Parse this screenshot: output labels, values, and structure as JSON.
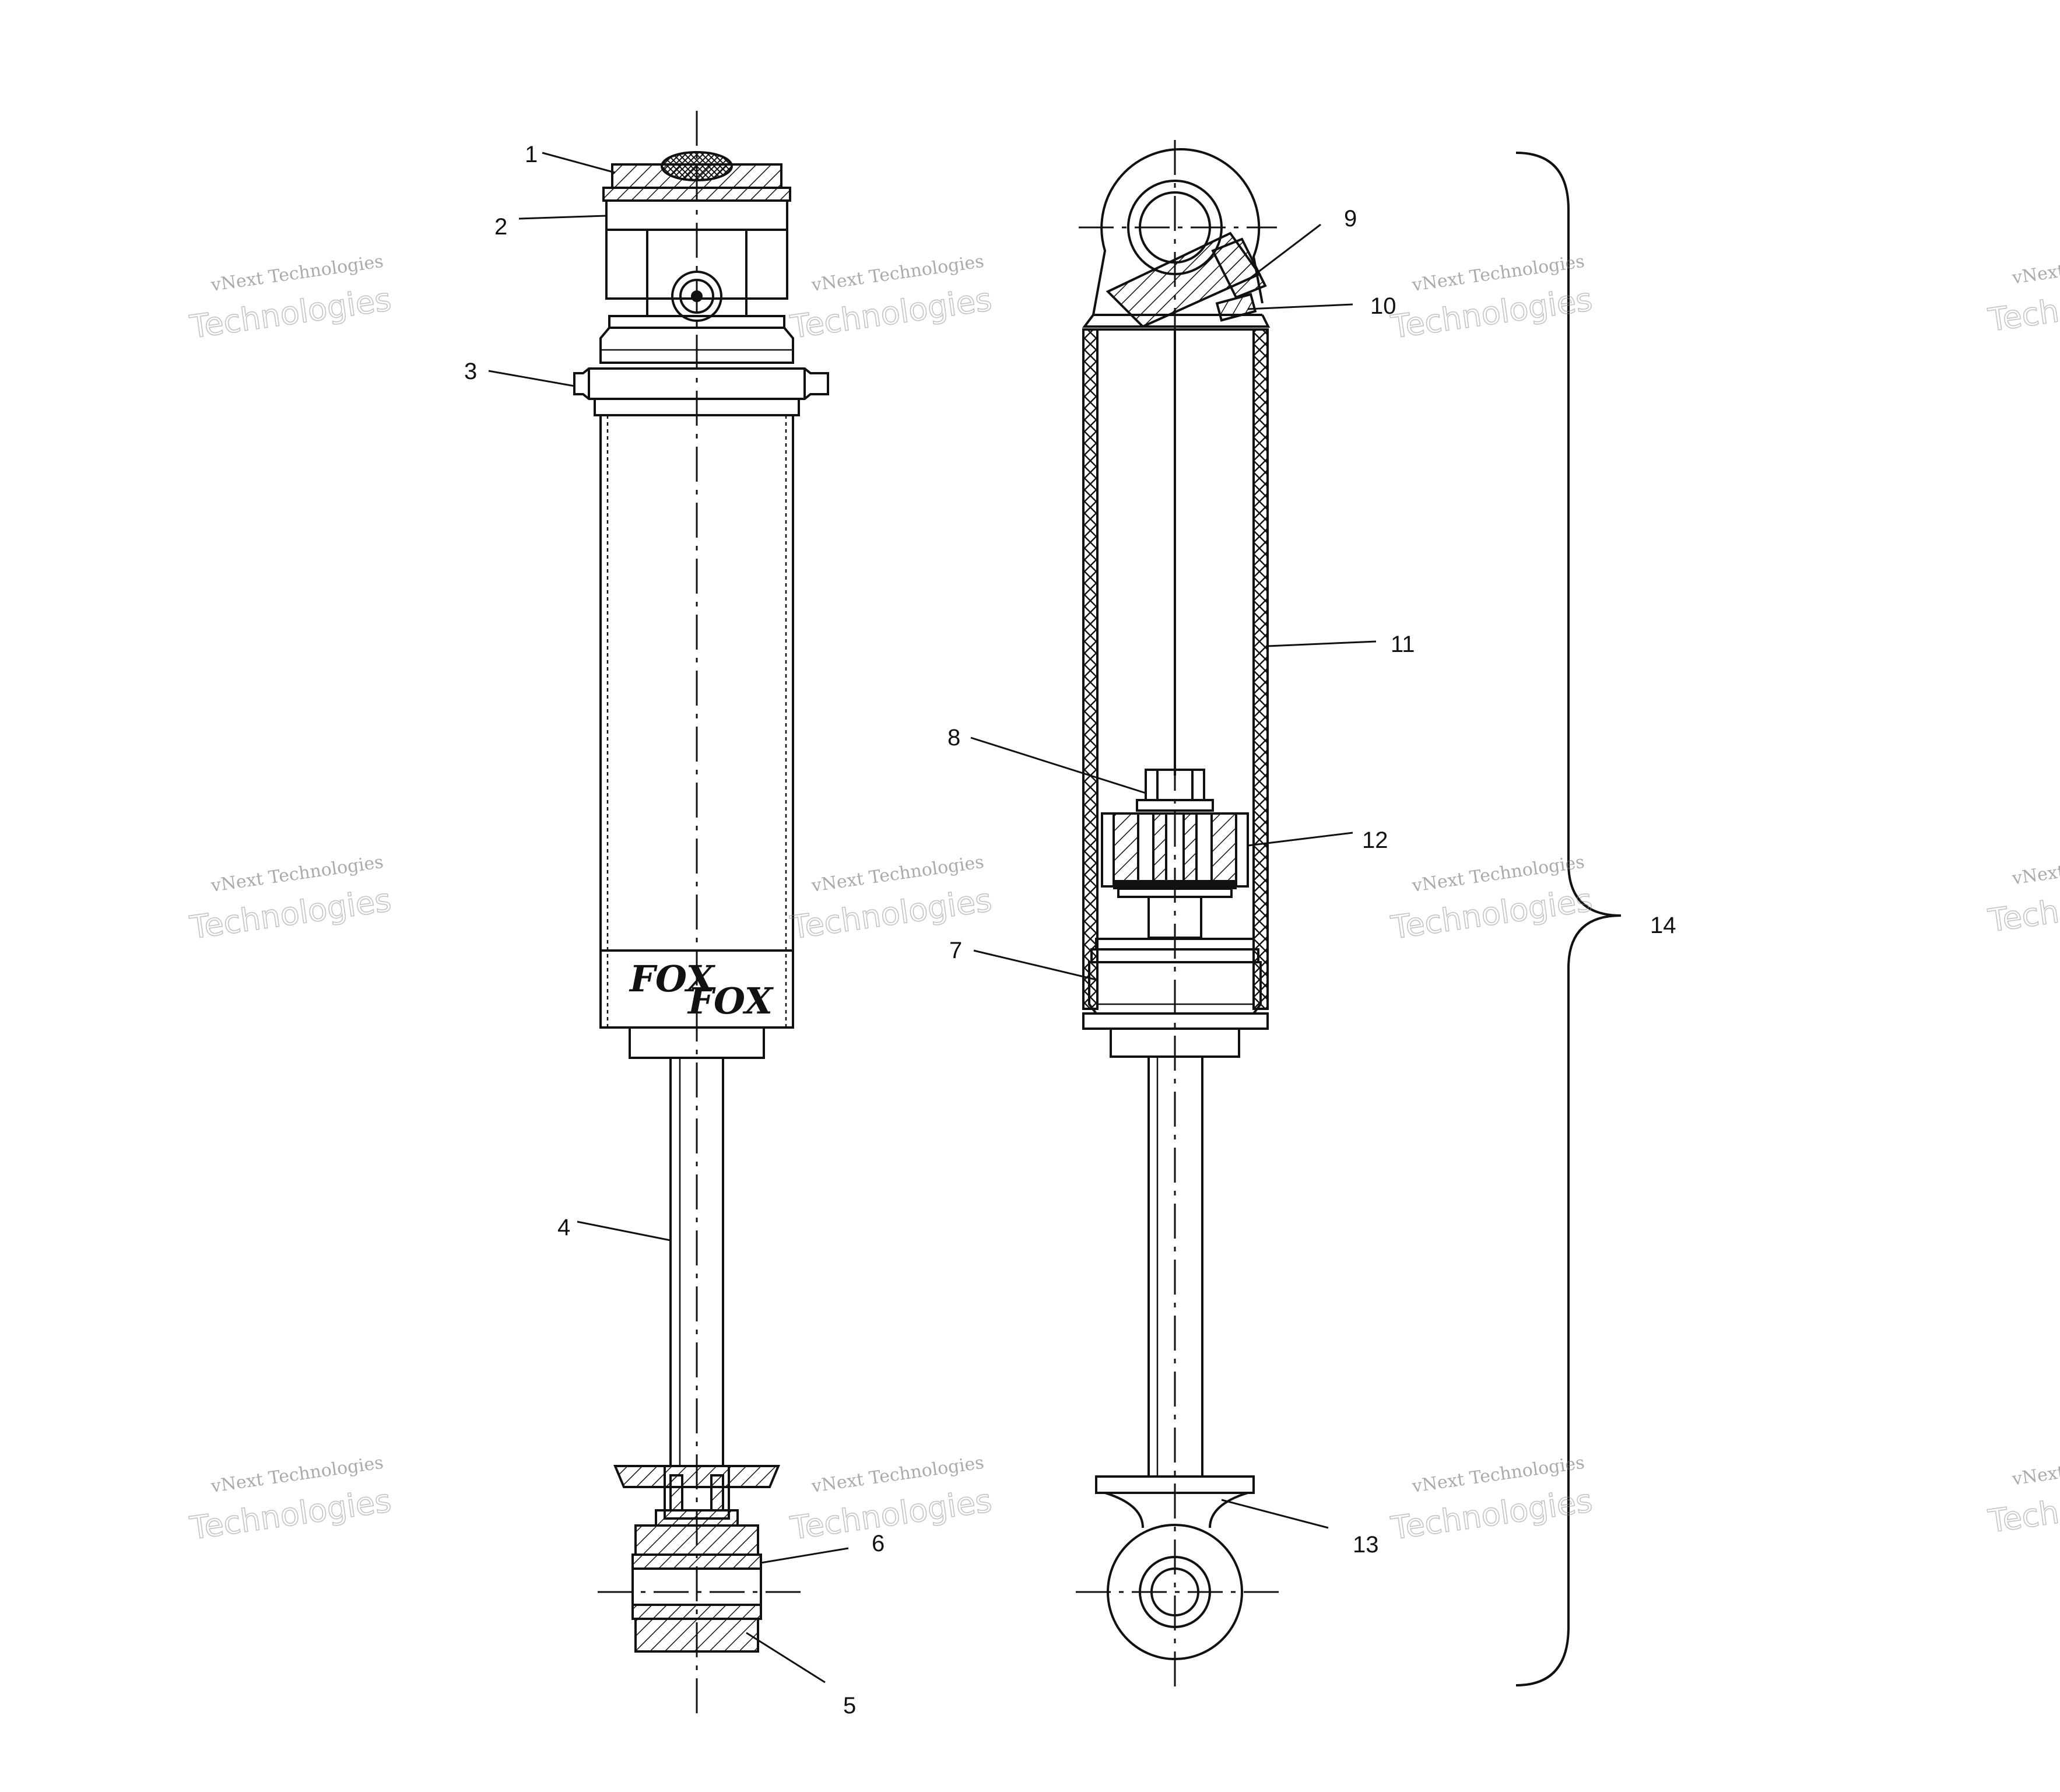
{
  "callouts": {
    "c1": "1",
    "c2": "2",
    "c3": "3",
    "c4": "4",
    "c5": "5",
    "c6": "6",
    "c7": "7",
    "c8": "8",
    "c9": "9",
    "c10": "10",
    "c11": "11",
    "c12": "12",
    "c13": "13",
    "c14": "14"
  },
  "watermark": {
    "line1": "vNext Technologies",
    "line2": "Technologies"
  },
  "logo_text": "FOX"
}
